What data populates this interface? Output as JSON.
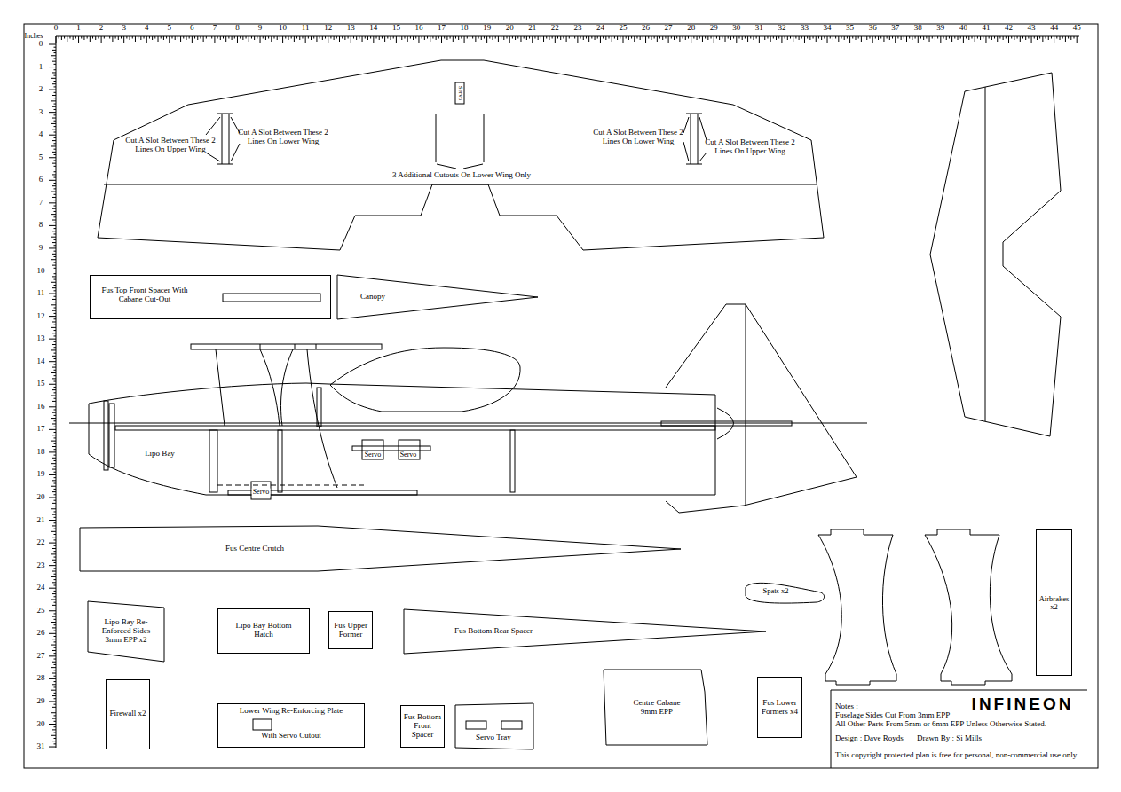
{
  "diagram": {
    "nodes": [
      {
        "text": [
          "Fus Top Front Spacer With Cabane Cut-Out"
        ]
      },
      {
        "text": [
          "Canopy"
        ]
      },
      {
        "text": [
          "Fus Centre Crutch"
        ]
      },
      {
        "text": [
          "Spats x2"
        ]
      },
      {
        "text": [
          "Lipo Bay Re-Enforced Sides 3mm EPP x2"
        ]
      },
      {
        "text": [
          "Lipo Bay Bottom Hatch"
        ]
      },
      {
        "text": [
          "Fus Upper Former"
        ]
      },
      {
        "text": [
          "Fus Bottom Rear Spacer"
        ]
      },
      {
        "text": [
          "Airbrakes x2"
        ]
      },
      {
        "text": [
          "Centre Cabane 9mm EPP"
        ]
      },
      {
        "text": [
          "Fus Lower Formers x4"
        ]
      },
      {
        "text": [
          "Firewall x2"
        ]
      },
      {
        "text": [
          "Lower Wing Re-Enforcing Plate",
          "With Servo Cutout"
        ]
      },
      {
        "text": [
          "Fus Bottom Front Spacer"
        ]
      },
      {
        "text": [
          "Servo Tray"
        ]
      }
    ],
    "labels": [
      "Inches",
      "0",
      "1",
      "2",
      "3",
      "4",
      "5",
      "6",
      "7",
      "8",
      "9",
      "10",
      "11",
      "12",
      "13",
      "14",
      "15",
      "16",
      "17",
      "18",
      "19",
      "20",
      "21",
      "22",
      "23",
      "24",
      "25",
      "26",
      "27",
      "28",
      "29",
      "30",
      "31",
      "32",
      "33",
      "34",
      "35",
      "36",
      "37",
      "38",
      "39",
      "40",
      "41",
      "42",
      "43",
      "44",
      "45",
      "0",
      "1",
      "2",
      "3",
      "4",
      "5",
      "6",
      "7",
      "8",
      "9",
      "10",
      "11",
      "12",
      "13",
      "14",
      "15",
      "16",
      "17",
      "18",
      "19",
      "20",
      "21",
      "22",
      "23",
      "24",
      "25",
      "26",
      "27",
      "28",
      "29",
      "30",
      "31",
      "Cut A Slot Between These 2 Lines On Upper Wing",
      "Cut A Slot Between These 2 Lines On Lower Wing",
      "Servo",
      "Cut A Slot Between These 2 Lines On Lower Wing",
      "Cut A Slot Between These 2 Lines On Upper Wing",
      "3 Additional Cutouts On Lower Wing Only",
      "Lipo Bay",
      "Servo",
      "Servo",
      "Servo",
      "INFINEON",
      "Notes :",
      "Fuselage Sides Cut From 3mm EPP",
      "All Other Parts From 5mm or 6mm EPP Unless Otherwise Stated.",
      "Design : Dave Royds",
      "Drawn By : Si Mills",
      "This copyright protected plan is free for personal, non-commercial use only"
    ]
  }
}
